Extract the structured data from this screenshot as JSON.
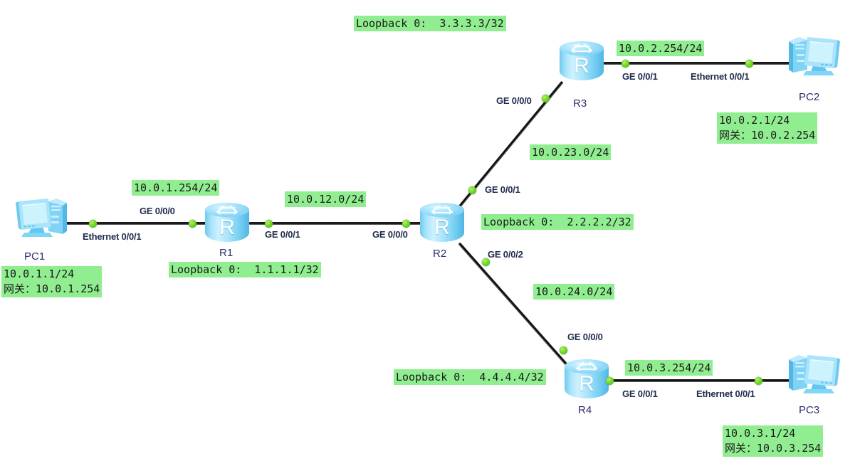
{
  "diagram": {
    "title": "Network topology with 4 routers and 3 PCs",
    "colors": {
      "tag_background": "#90ee90",
      "tag_text": "#1a1a1a",
      "link": "#000000",
      "connector_dot": "#6fd62c",
      "router_body": "#9fe0fa",
      "device_label": "#2e2f6b",
      "interface_label": "#1f2b4d",
      "canvas_background": "#ffffff"
    }
  },
  "devices": {
    "pc1": {
      "name": "PC1",
      "icon": "pc-icon"
    },
    "pc2": {
      "name": "PC2",
      "icon": "pc-icon"
    },
    "pc3": {
      "name": "PC3",
      "icon": "pc-icon"
    },
    "r1": {
      "name": "R1",
      "icon": "router-icon",
      "glyph": "R"
    },
    "r2": {
      "name": "R2",
      "icon": "router-icon",
      "glyph": "R"
    },
    "r3": {
      "name": "R3",
      "icon": "router-icon",
      "glyph": "R"
    },
    "r4": {
      "name": "R4",
      "icon": "router-icon",
      "glyph": "R"
    }
  },
  "interfaces": {
    "pc1_eth": "Ethernet 0/0/1",
    "r1_ge000": "GE 0/0/0",
    "r1_ge001": "GE 0/0/1",
    "r2_ge000": "GE 0/0/0",
    "r2_ge001": "GE 0/0/1",
    "r2_ge002": "GE 0/0/2",
    "r3_ge000": "GE 0/0/0",
    "r3_ge001": "GE 0/0/1",
    "pc2_eth": "Ethernet 0/0/1",
    "r4_ge000": "GE 0/0/0",
    "r4_ge001": "GE 0/0/1",
    "pc3_eth": "Ethernet 0/0/1"
  },
  "tags": {
    "pc1_addr": "10.0.1.1/24",
    "pc1_gw": "网关：10.0.1.254",
    "r1_lan": "10.0.1.254/24",
    "r1_loopback": "Loopback 0:  1.1.1.1/32",
    "link_r1_r2": "10.0.12.0/24",
    "r2_loopback": "Loopback 0:  2.2.2.2/32",
    "link_r2_r3": "10.0.23.0/24",
    "link_r2_r4": "10.0.24.0/24",
    "r3_loopback": "Loopback 0:  3.3.3.3/32",
    "r3_lan": "10.0.2.254/24",
    "pc2_addr": "10.0.2.1/24",
    "pc2_gw": "网关：10.0.2.254",
    "r4_loopback": "Loopback 0:  4.4.4.4/32",
    "r4_lan": "10.0.3.254/24",
    "pc3_addr": "10.0.3.1/24",
    "pc3_gw": "网关：10.0.3.254"
  }
}
